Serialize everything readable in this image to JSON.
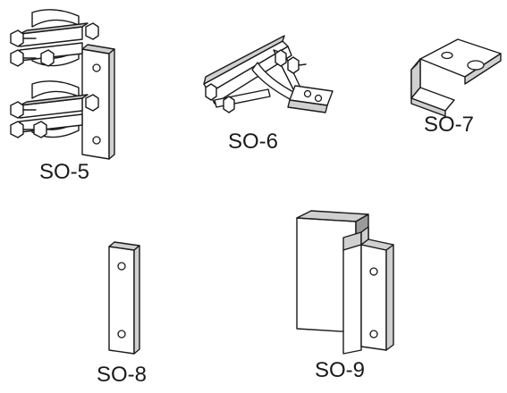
{
  "parts": [
    {
      "id": "so5",
      "label": "SO-5",
      "icon": "double-pipe-clamp-bracket-icon"
    },
    {
      "id": "so6",
      "label": "SO-6",
      "icon": "angled-clamp-bracket-icon"
    },
    {
      "id": "so7",
      "label": "SO-7",
      "icon": "z-bracket-icon"
    },
    {
      "id": "so8",
      "label": "SO-8",
      "icon": "flat-plate-icon"
    },
    {
      "id": "so9",
      "label": "SO-9",
      "icon": "channel-plate-bracket-icon"
    }
  ]
}
